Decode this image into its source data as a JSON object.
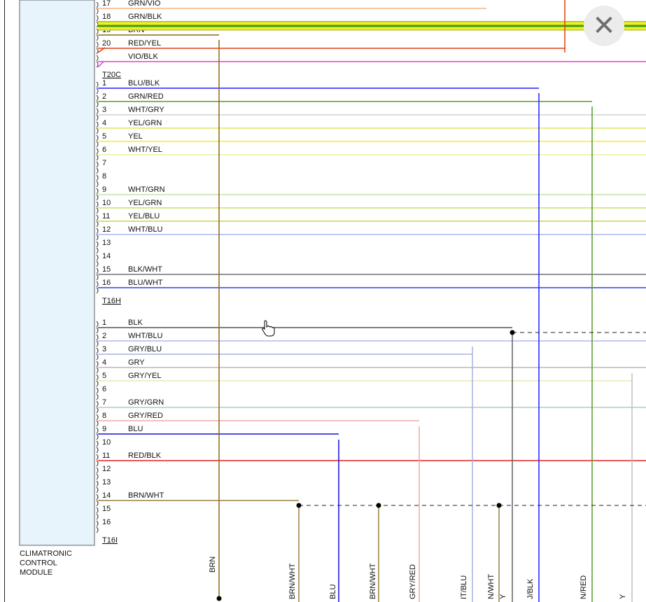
{
  "module": {
    "lines": [
      "CLIMATRONIC",
      "CONTROL",
      "MODULE"
    ]
  },
  "close_button": {
    "icon": "close-icon",
    "glyph": "✕"
  },
  "connectors": {
    "T20C": {
      "label": "T20C",
      "pins": [
        {
          "num": "17",
          "wire": "GRN/VIO",
          "color": "#f4b183"
        },
        {
          "num": "18",
          "wire": "GRN/BLK",
          "color": "#6a8a3a"
        },
        {
          "num": "19",
          "wire": "BRN",
          "color": "#8a6a10"
        },
        {
          "num": "20",
          "wire": "RED/YEL",
          "color": "#e04010"
        },
        {
          "num": "",
          "wire": "VIO/BLK",
          "color": "#e040d0"
        }
      ]
    },
    "T16H": {
      "label": "T16H",
      "pins": [
        {
          "num": "1",
          "wire": "BLU/BLK",
          "color": "#2020ff"
        },
        {
          "num": "2",
          "wire": "GRN/RED",
          "color": "#5a9a2a"
        },
        {
          "num": "3",
          "wire": "WHT/GRY",
          "color": "#d0d0d0"
        },
        {
          "num": "4",
          "wire": "YEL/GRN",
          "color": "#d8e860"
        },
        {
          "num": "5",
          "wire": "YEL",
          "color": "#f0f020"
        },
        {
          "num": "6",
          "wire": "WHT/YEL",
          "color": "#e8f0a0"
        },
        {
          "num": "7",
          "wire": "",
          "color": ""
        },
        {
          "num": "8",
          "wire": "",
          "color": ""
        },
        {
          "num": "9",
          "wire": "WHT/GRN",
          "color": "#c8e0b0"
        },
        {
          "num": "10",
          "wire": "YEL/GRN",
          "color": "#c8e060"
        },
        {
          "num": "11",
          "wire": "YEL/BLU",
          "color": "#d0d040"
        },
        {
          "num": "12",
          "wire": "WHT/BLU",
          "color": "#a8b8f0"
        },
        {
          "num": "13",
          "wire": "",
          "color": ""
        },
        {
          "num": "14",
          "wire": "",
          "color": ""
        },
        {
          "num": "15",
          "wire": "BLK/WHT",
          "color": "#707070"
        },
        {
          "num": "16",
          "wire": "BLU/WHT",
          "color": "#3040e0"
        }
      ]
    },
    "T16I": {
      "label": "T16I",
      "pins": [
        {
          "num": "1",
          "wire": "BLK",
          "color": "#555555"
        },
        {
          "num": "2",
          "wire": "WHT/BLU",
          "color": "#b0b8e8"
        },
        {
          "num": "3",
          "wire": "GRY/BLU",
          "color": "#a8b0e0"
        },
        {
          "num": "4",
          "wire": "GRY",
          "color": "#b8b8b8"
        },
        {
          "num": "5",
          "wire": "GRY/YEL",
          "color": "#e8e8b0"
        },
        {
          "num": "6",
          "wire": "",
          "color": ""
        },
        {
          "num": "7",
          "wire": "GRY/GRN",
          "color": "#b0d0a8"
        },
        {
          "num": "8",
          "wire": "GRY/RED",
          "color": "#f0a8a8"
        },
        {
          "num": "9",
          "wire": "BLU",
          "color": "#1010e0"
        },
        {
          "num": "10",
          "wire": "",
          "color": ""
        },
        {
          "num": "11",
          "wire": "RED/BLK",
          "color": "#e02020"
        },
        {
          "num": "12",
          "wire": "",
          "color": ""
        },
        {
          "num": "13",
          "wire": "",
          "color": ""
        },
        {
          "num": "14",
          "wire": "BRN/WHT",
          "color": "#9a8040"
        },
        {
          "num": "15",
          "wire": "",
          "color": ""
        },
        {
          "num": "16",
          "wire": "",
          "color": ""
        }
      ]
    }
  },
  "bottom_labels": [
    "BRN",
    "BRN/WHT",
    "BLU",
    "BRN/WHT",
    "GRY/RED",
    "IT/BLU",
    "N/WHT",
    "Y",
    "J/BLK",
    "N/RED",
    "Y"
  ]
}
